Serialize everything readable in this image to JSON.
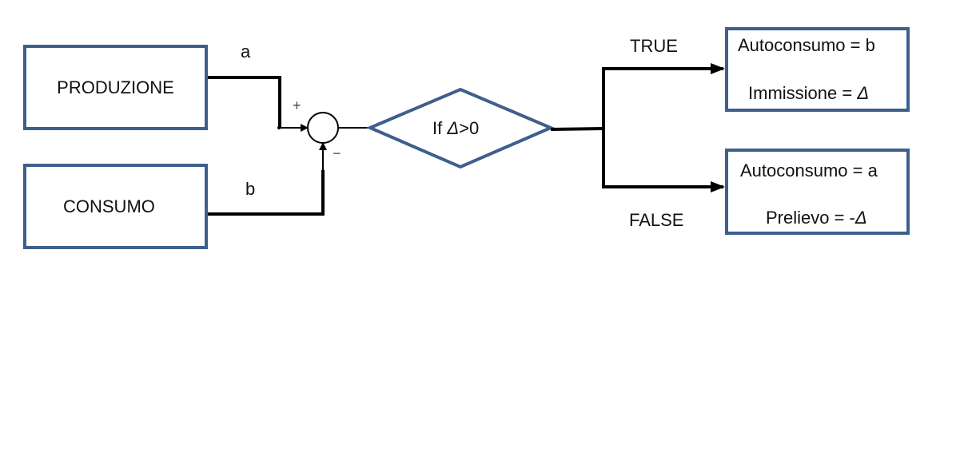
{
  "diagram": {
    "inputs": {
      "production": {
        "label": "PRODUZIONE",
        "signal": "a"
      },
      "consumption": {
        "label": "CONSUMO",
        "signal": "b"
      }
    },
    "summing_junction": {
      "plus": "+",
      "minus": "−"
    },
    "decision": {
      "prefix": "If ",
      "symbol": "Δ",
      "suffix": ">0"
    },
    "branches": {
      "true": {
        "label": "TRUE",
        "line1": "Autoconsumo = b",
        "line2_prefix": "Immissione = ",
        "line2_symbol": "Δ"
      },
      "false": {
        "label": "FALSE",
        "line1": "Autoconsumo = a",
        "line2_prefix": "Prelievo = -",
        "line2_symbol": "Δ"
      }
    },
    "colors": {
      "box_border": "#3e5f8c",
      "line": "#000000"
    }
  }
}
